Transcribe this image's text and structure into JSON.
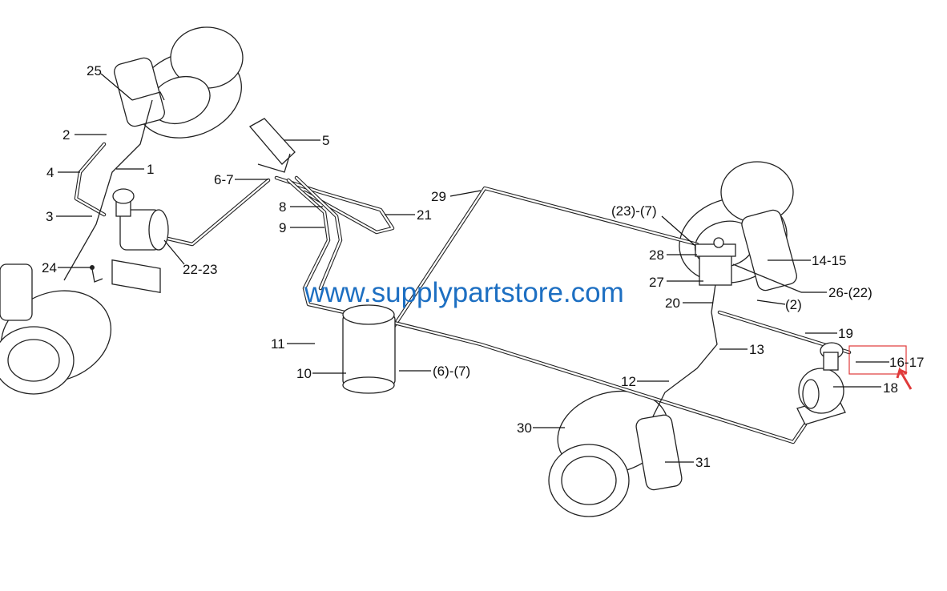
{
  "watermark": "www.supplypartstore.com",
  "highlight_color": "#e03a3a",
  "watermark_color": "#1d6fc2",
  "callouts": {
    "c25": "25",
    "c2": "2",
    "c4": "4",
    "c1": "1",
    "c3": "3",
    "c24": "24",
    "c22_23": "22-23",
    "c5": "5",
    "c6_7": "6-7",
    "c8": "8",
    "c9": "9",
    "c21": "21",
    "c29": "29",
    "c11": "11",
    "c10": "10",
    "c6_7b": "(6)-(7)",
    "c23_7": "(23)-(7)",
    "c28": "28",
    "c27": "27",
    "c20": "20",
    "c14_15": "14-15",
    "c26_22": "26-(22)",
    "c2b": "(2)",
    "c19": "19",
    "c13": "13",
    "c12": "12",
    "c16_17": "16-17",
    "c18": "18",
    "c30": "30",
    "c31": "31"
  }
}
